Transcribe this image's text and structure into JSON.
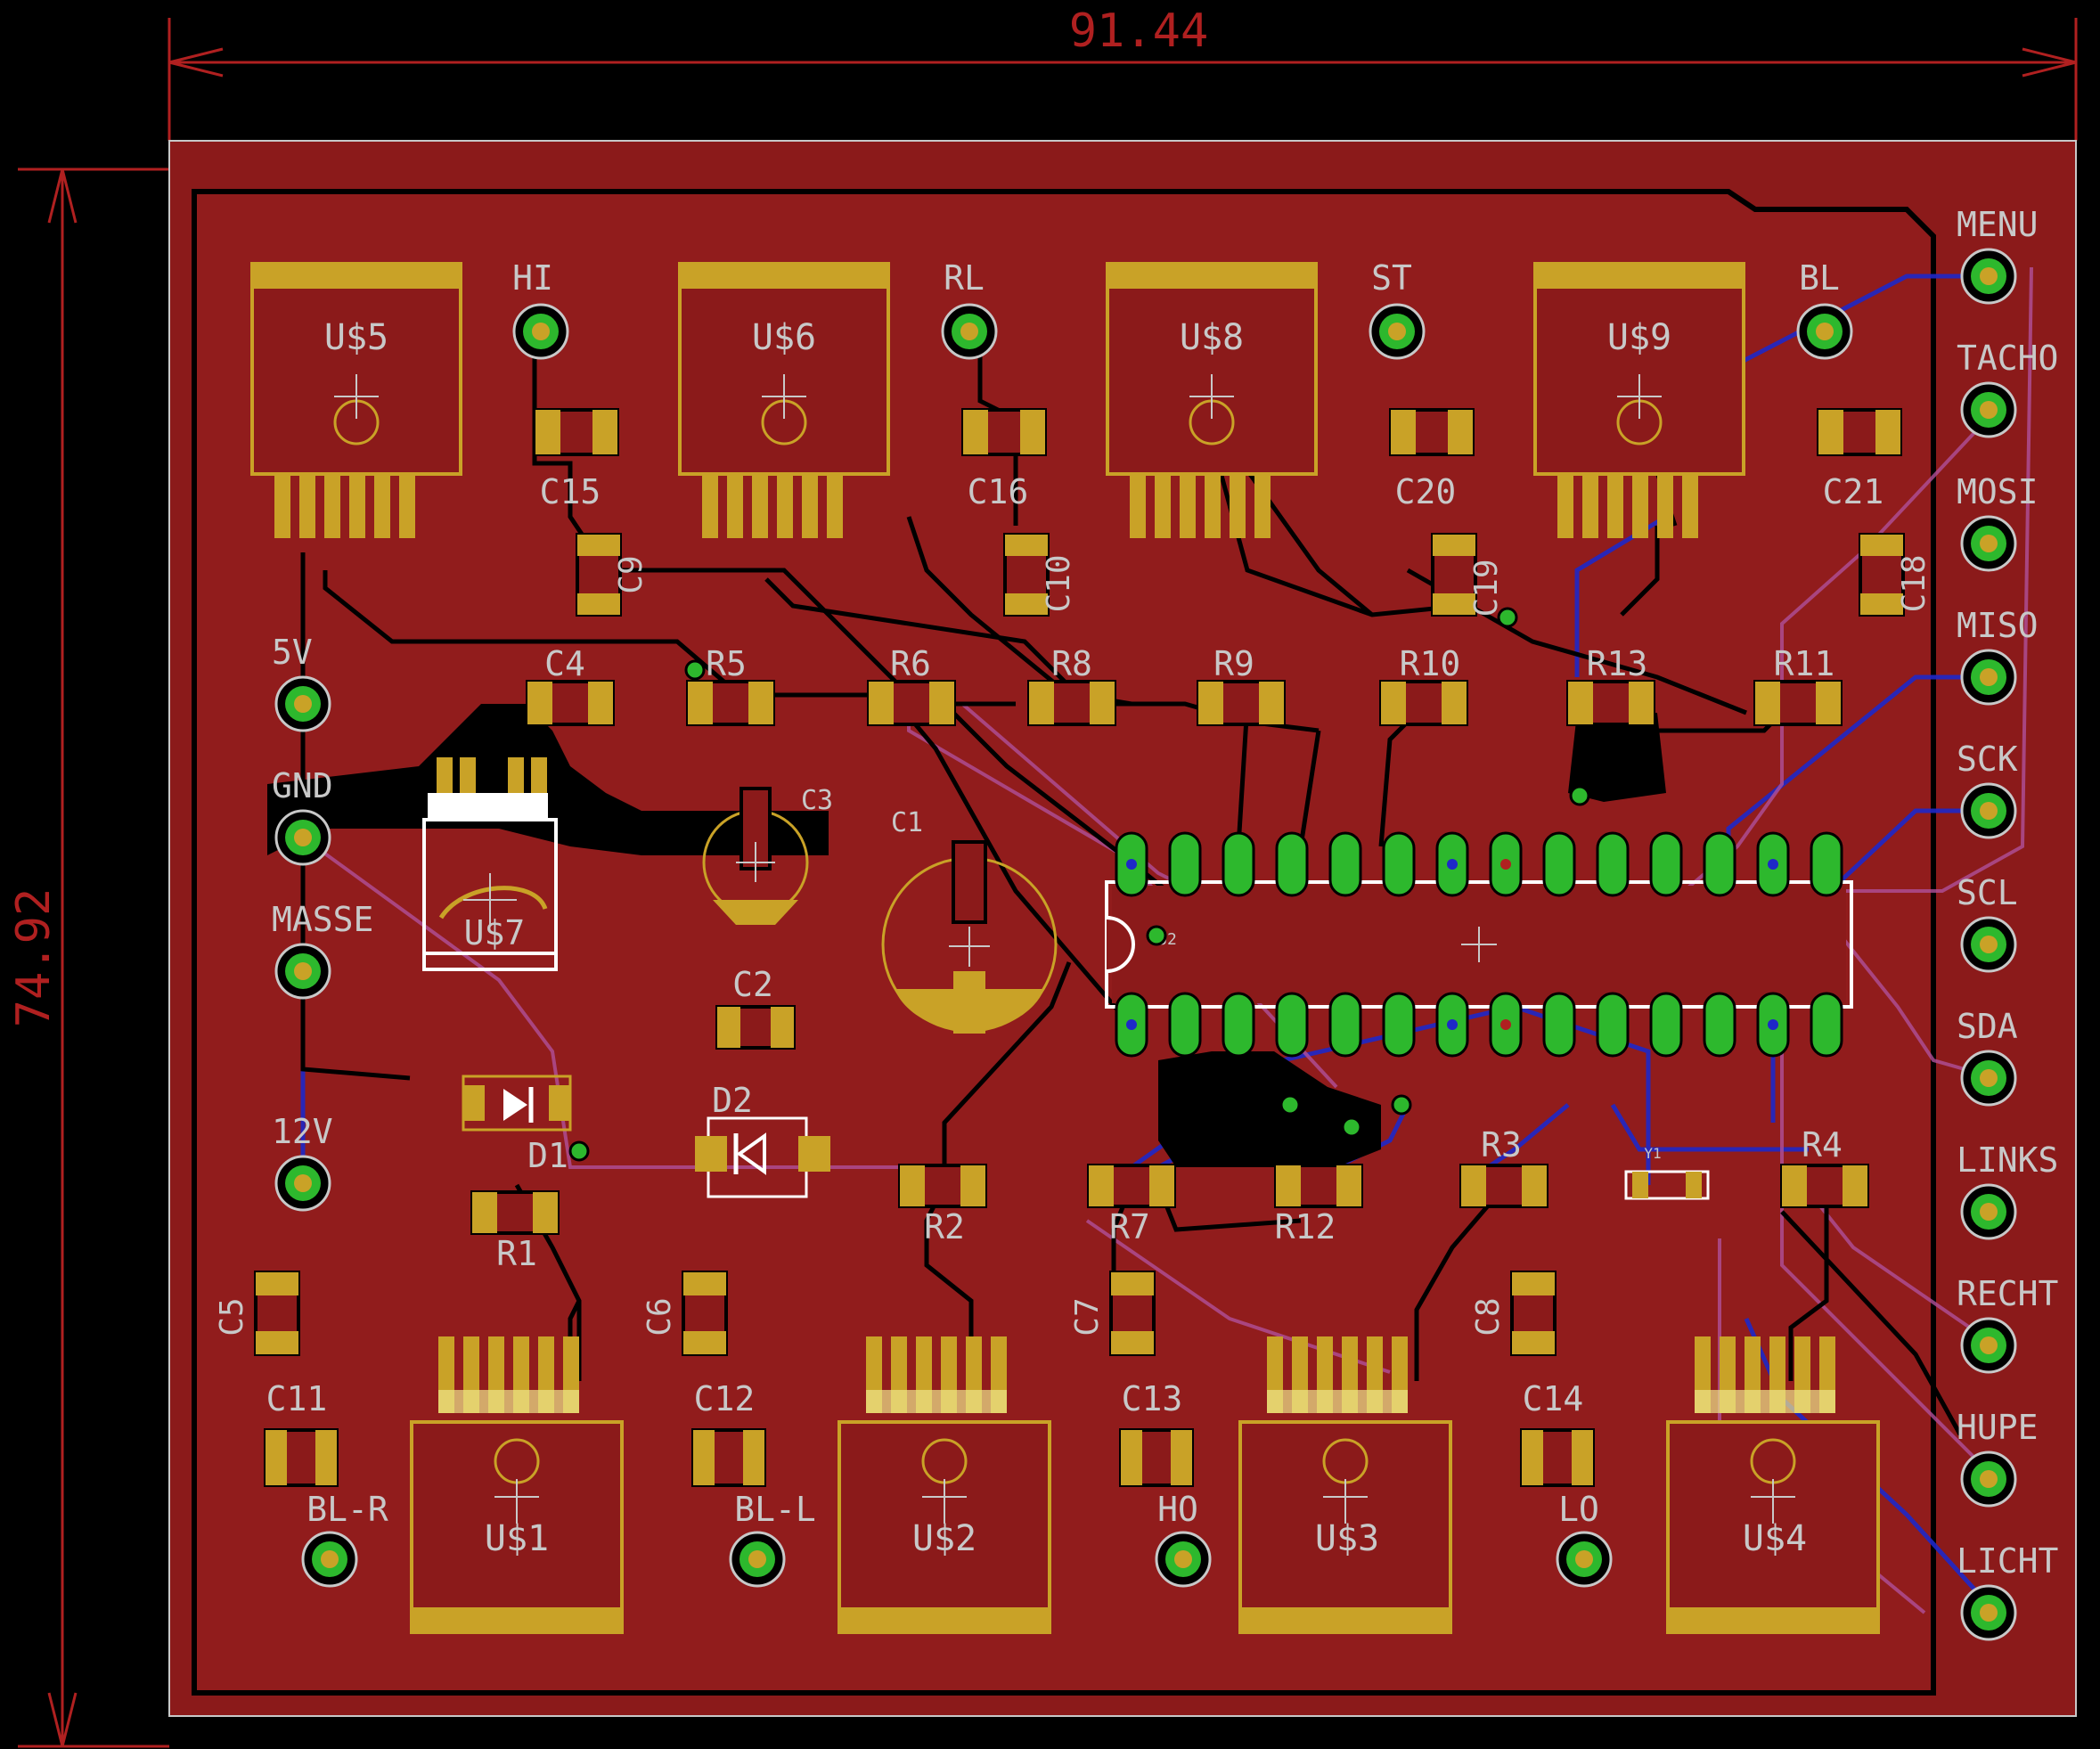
{
  "dimensions": {
    "width_label": "91.44",
    "height_label": "74.92"
  },
  "colors": {
    "background": "#000000",
    "board": "#8b1a1a",
    "copper_top": "#9b2020",
    "silk": "#c8c8c8",
    "pad": "#c9a227",
    "via": "#2db82d",
    "dim": "#b02020",
    "trace_bottom": "#1e28c8",
    "trace_purple": "#b0509a"
  },
  "left_connectors": [
    {
      "label": "5V"
    },
    {
      "label": "GND"
    },
    {
      "label": "MASSE"
    },
    {
      "label": "12V"
    }
  ],
  "right_connectors": [
    {
      "label": "MENU"
    },
    {
      "label": "TACHO"
    },
    {
      "label": "MOSI"
    },
    {
      "label": "MISO"
    },
    {
      "label": "SCK"
    },
    {
      "label": "SCL"
    },
    {
      "label": "SDA"
    },
    {
      "label": "LINKS"
    },
    {
      "label": "RECHT"
    },
    {
      "label": "HUPE"
    },
    {
      "label": "LICHT"
    }
  ],
  "top_drivers": [
    {
      "name": "U$5",
      "output": "HI",
      "cap_a": "C15",
      "cap_b": "C9"
    },
    {
      "name": "U$6",
      "output": "RL",
      "cap_a": "C16",
      "cap_b": "C10"
    },
    {
      "name": "U$8",
      "output": "ST",
      "cap_a": "C20",
      "cap_b": "C19"
    },
    {
      "name": "U$9",
      "output": "BL",
      "cap_a": "C21",
      "cap_b": "C18"
    }
  ],
  "bottom_drivers": [
    {
      "name": "U$1",
      "output": "BL-R",
      "cap_a": "C11",
      "cap_b": "C5"
    },
    {
      "name": "U$2",
      "output": "BL-L",
      "cap_a": "C12",
      "cap_b": "C6"
    },
    {
      "name": "U$3",
      "output": "HO",
      "cap_a": "C13",
      "cap_b": "C7"
    },
    {
      "name": "U$4",
      "output": "LO",
      "cap_a": "C14",
      "cap_b": "C8"
    }
  ],
  "top_resistors": [
    "R5",
    "R6",
    "R8",
    "R9",
    "R10",
    "R13",
    "R11"
  ],
  "bottom_resistors": [
    "R2",
    "R7",
    "R12"
  ],
  "misc_parts": {
    "regulator": "U$7",
    "cap_c4": "C4",
    "cap_c3": "C3",
    "cap_c1": "C1",
    "cap_c2": "C2",
    "diode_d1": "D1",
    "diode_d2": "D2",
    "res_r1": "R1",
    "res_r3": "R3",
    "res_r4": "R4",
    "mcu": "U2",
    "crystal": "Y1"
  }
}
